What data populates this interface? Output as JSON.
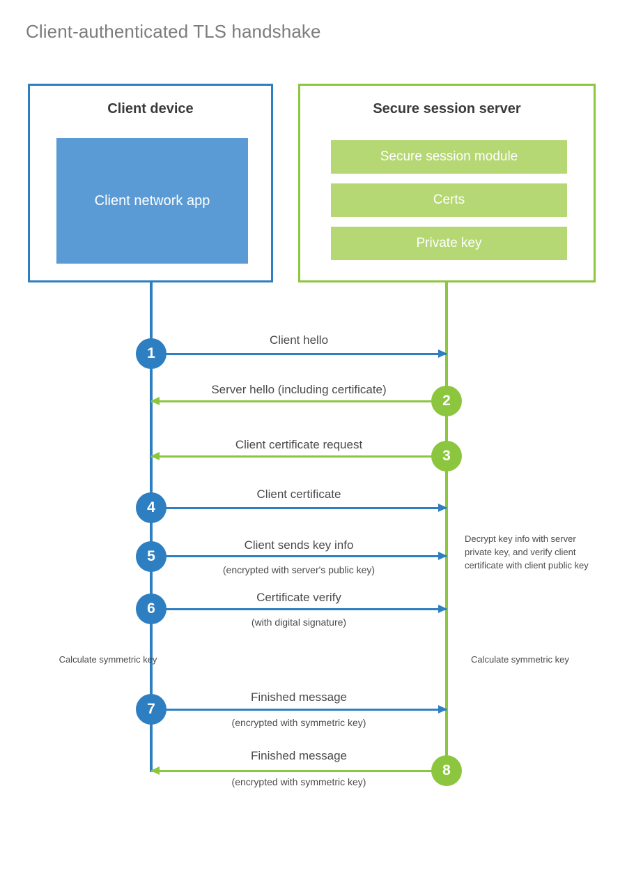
{
  "diagram": {
    "title": "Client-authenticated TLS handshake",
    "colors": {
      "client_blue": "#2e7fc2",
      "client_app_fill": "#5b9bd5",
      "server_green": "#8cc63e",
      "server_module_fill": "#b5d774",
      "title_gray": "#7c7c7c",
      "text_gray": "#4a4a4a"
    }
  },
  "actors": {
    "client": {
      "title": "Client device",
      "app_label": "Client network app"
    },
    "server": {
      "title": "Secure session server",
      "modules": [
        {
          "label": "Secure session module"
        },
        {
          "label": "Certs"
        },
        {
          "label": "Private key"
        }
      ]
    }
  },
  "steps": [
    {
      "number": "1",
      "label": "Client hello",
      "sublabel": "",
      "direction": "client-to-server",
      "origin": "client"
    },
    {
      "number": "2",
      "label": "Server hello (including certificate)",
      "sublabel": "",
      "direction": "server-to-client",
      "origin": "server"
    },
    {
      "number": "3",
      "label": "Client certificate request",
      "sublabel": "",
      "direction": "server-to-client",
      "origin": "server"
    },
    {
      "number": "4",
      "label": "Client certificate",
      "sublabel": "",
      "direction": "client-to-server",
      "origin": "client"
    },
    {
      "number": "5",
      "label": "Client sends key info",
      "sublabel": "(encrypted with server's public key)",
      "direction": "client-to-server",
      "origin": "client"
    },
    {
      "number": "6",
      "label": "Certificate verify",
      "sublabel": "(with digital signature)",
      "direction": "client-to-server",
      "origin": "client"
    },
    {
      "number": "7",
      "label": "Finished message",
      "sublabel": "(encrypted with symmetric key)",
      "direction": "client-to-server",
      "origin": "client"
    },
    {
      "number": "8",
      "label": "Finished message",
      "sublabel": "(encrypted with symmetric key)",
      "direction": "server-to-client",
      "origin": "server"
    }
  ],
  "notes": {
    "server_processing": "Decrypt key info with server private key, and verify client certificate with client public key",
    "client_calculate": "Calculate symmetric key",
    "server_calculate": "Calculate symmetric key"
  }
}
